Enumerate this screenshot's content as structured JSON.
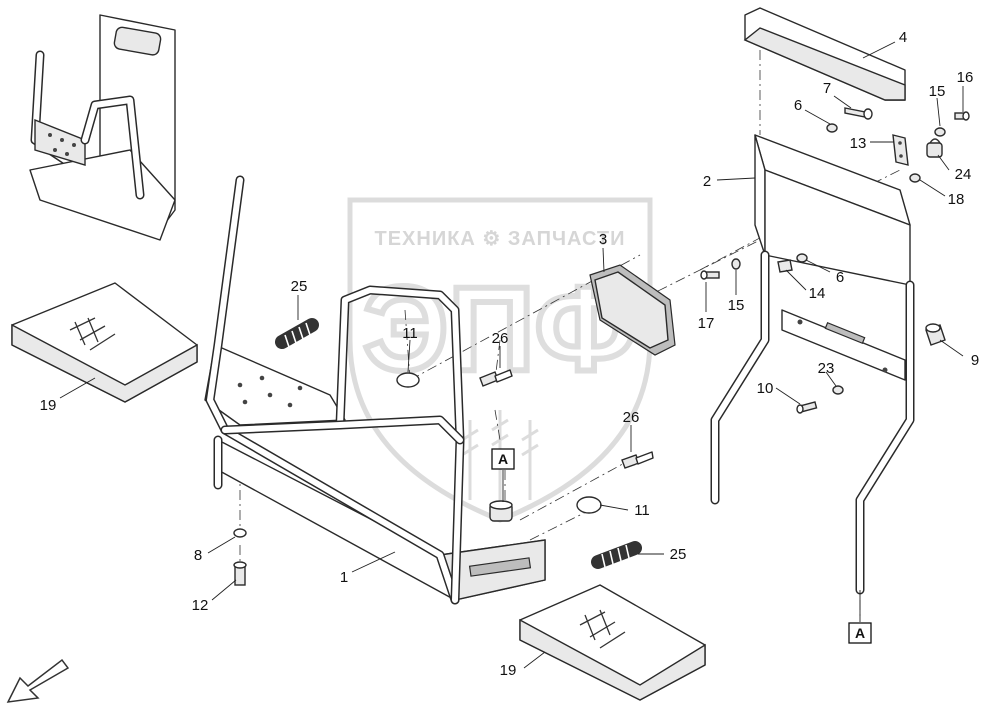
{
  "watermark": {
    "brand_text": "ТЕХНИКА ⚙ ЗАПЧАСТИ",
    "logo_letters": "ЭПФ",
    "color": "#d6d6d6"
  },
  "reference_markers": [
    {
      "id": "marker-a-left",
      "label": "A"
    },
    {
      "id": "marker-a-right",
      "label": "A"
    }
  ],
  "callouts": [
    {
      "id": "callout-1",
      "label": "1"
    },
    {
      "id": "callout-2",
      "label": "2"
    },
    {
      "id": "callout-3",
      "label": "3"
    },
    {
      "id": "callout-4",
      "label": "4"
    },
    {
      "id": "callout-6a",
      "label": "6"
    },
    {
      "id": "callout-6b",
      "label": "6"
    },
    {
      "id": "callout-7",
      "label": "7"
    },
    {
      "id": "callout-8",
      "label": "8"
    },
    {
      "id": "callout-9",
      "label": "9"
    },
    {
      "id": "callout-10",
      "label": "10"
    },
    {
      "id": "callout-11a",
      "label": "11"
    },
    {
      "id": "callout-11b",
      "label": "11"
    },
    {
      "id": "callout-12",
      "label": "12"
    },
    {
      "id": "callout-13",
      "label": "13"
    },
    {
      "id": "callout-14",
      "label": "14"
    },
    {
      "id": "callout-15a",
      "label": "15"
    },
    {
      "id": "callout-15b",
      "label": "15"
    },
    {
      "id": "callout-16",
      "label": "16"
    },
    {
      "id": "callout-17",
      "label": "17"
    },
    {
      "id": "callout-18",
      "label": "18"
    },
    {
      "id": "callout-19a",
      "label": "19"
    },
    {
      "id": "callout-19b",
      "label": "19"
    },
    {
      "id": "callout-23",
      "label": "23"
    },
    {
      "id": "callout-24",
      "label": "24"
    },
    {
      "id": "callout-25a",
      "label": "25"
    },
    {
      "id": "callout-25b",
      "label": "25"
    },
    {
      "id": "callout-26a",
      "label": "26"
    },
    {
      "id": "callout-26b",
      "label": "26"
    }
  ]
}
